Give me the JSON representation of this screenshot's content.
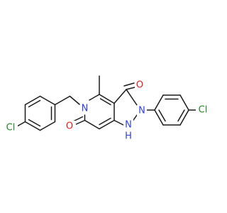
{
  "molecule": {
    "atoms": {
      "cl_left": {
        "text": "Cl",
        "color": "#1f8a1f"
      },
      "n_ring": {
        "text": "N",
        "color": "#2e3fe0"
      },
      "n_pyrazole": {
        "text": "N",
        "color": "#2e3fe0"
      },
      "nh": {
        "text": "N",
        "color": "#2e3fe0"
      },
      "nh_h": {
        "text": "H",
        "color": "#2e3fe0"
      },
      "o_top": {
        "text": "O",
        "color": "#e02020"
      },
      "o_bottom": {
        "text": "O",
        "color": "#e02020"
      },
      "cl_right": {
        "text": "Cl",
        "color": "#1f8a1f"
      }
    },
    "bond_color": "#1a1a1a"
  }
}
